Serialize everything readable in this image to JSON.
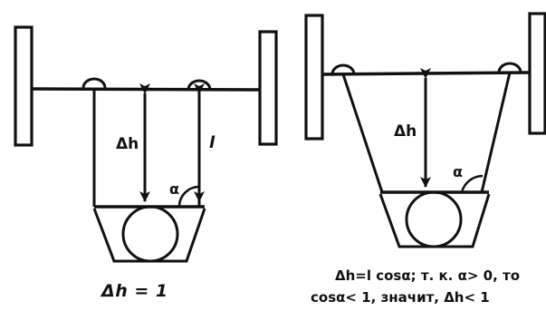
{
  "left_panel": {
    "delta_h_label": "Δh",
    "cord_label": "l",
    "angle_label": "α",
    "equation": "Δh = 1"
  },
  "right_panel": {
    "delta_h_label": "Δh",
    "angle_label": "α",
    "caption_line1": "Δh=l cosα; т. к. α> 0, то",
    "caption_line2": "cosα< 1, значит, Δh< 1"
  },
  "colors": {
    "ink": "#111111",
    "background": "#ffffff"
  }
}
